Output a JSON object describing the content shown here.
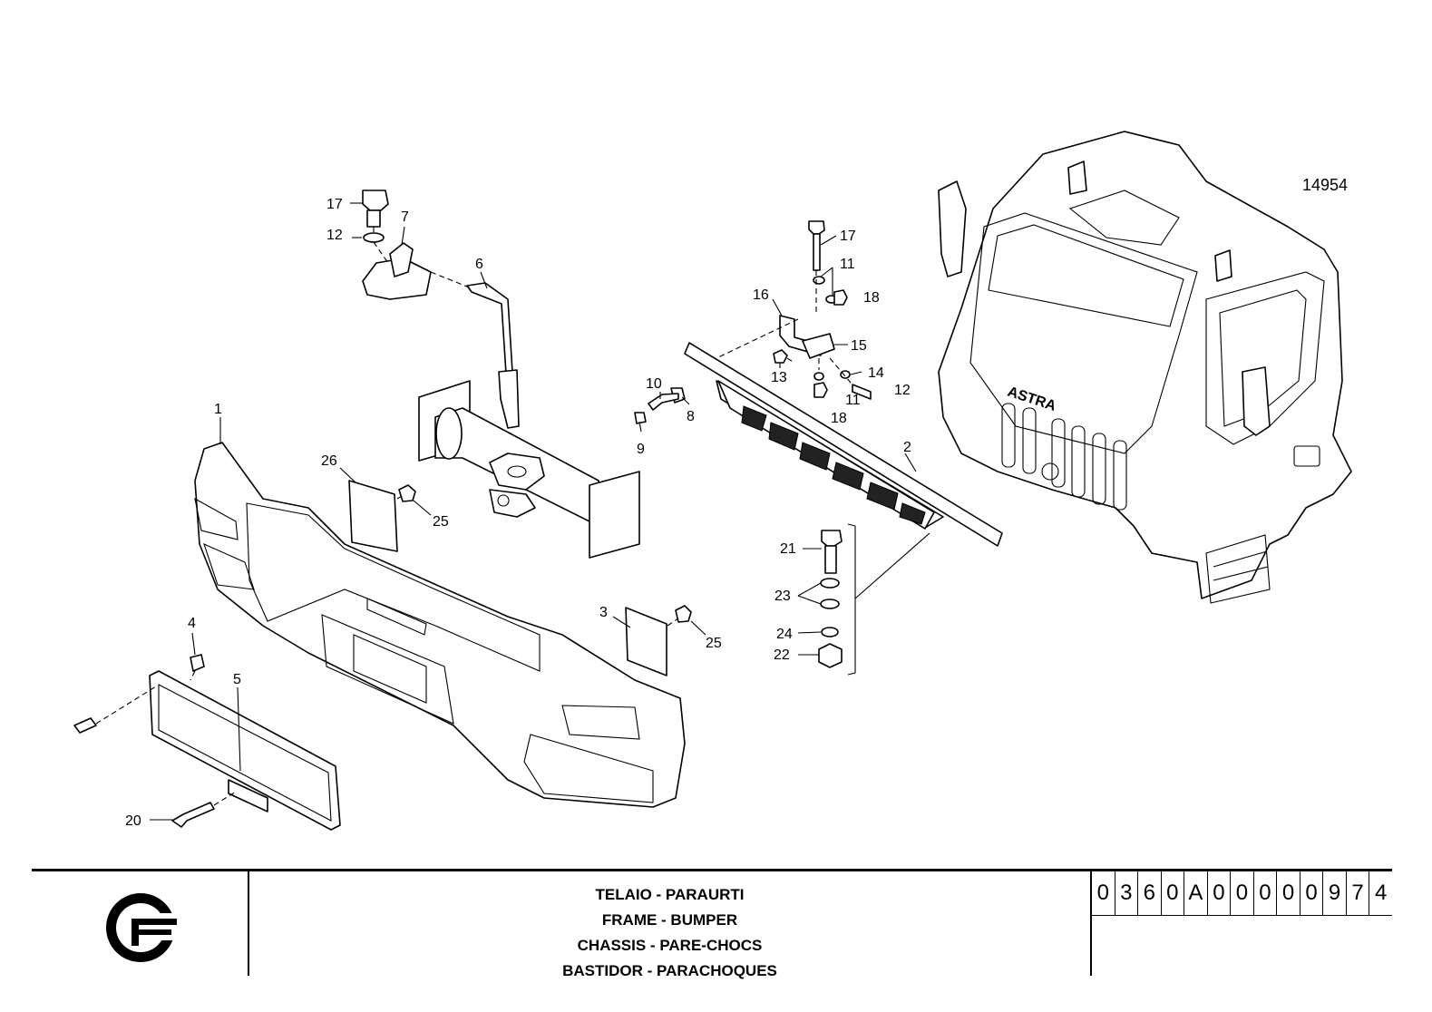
{
  "drawing": {
    "drawing_number": "14954",
    "callouts": [
      {
        "id": "c1",
        "label": "1"
      },
      {
        "id": "c2",
        "label": "2"
      },
      {
        "id": "c3",
        "label": "3"
      },
      {
        "id": "c4",
        "label": "4"
      },
      {
        "id": "c5",
        "label": "5"
      },
      {
        "id": "c6",
        "label": "6"
      },
      {
        "id": "c7",
        "label": "7"
      },
      {
        "id": "c8",
        "label": "8"
      },
      {
        "id": "c9",
        "label": "9"
      },
      {
        "id": "c10",
        "label": "10"
      },
      {
        "id": "c11a",
        "label": "11"
      },
      {
        "id": "c11b",
        "label": "11"
      },
      {
        "id": "c12a",
        "label": "12"
      },
      {
        "id": "c12b",
        "label": "12"
      },
      {
        "id": "c13",
        "label": "13"
      },
      {
        "id": "c14",
        "label": "14"
      },
      {
        "id": "c15",
        "label": "15"
      },
      {
        "id": "c16",
        "label": "16"
      },
      {
        "id": "c17a",
        "label": "17"
      },
      {
        "id": "c17b",
        "label": "17"
      },
      {
        "id": "c18a",
        "label": "18"
      },
      {
        "id": "c18b",
        "label": "18"
      },
      {
        "id": "c20",
        "label": "20"
      },
      {
        "id": "c21",
        "label": "21"
      },
      {
        "id": "c22",
        "label": "22"
      },
      {
        "id": "c23",
        "label": "23"
      },
      {
        "id": "c24",
        "label": "24"
      },
      {
        "id": "c25a",
        "label": "25"
      },
      {
        "id": "c25b",
        "label": "25"
      },
      {
        "id": "c26",
        "label": "26"
      }
    ],
    "cab_badge_text": "ASTRA"
  },
  "title_block": {
    "titles": [
      "TELAIO - PARAURTI",
      "FRAME - BUMPER",
      "CHASSIS - PARE-CHOCS",
      "BASTIDOR - PARACHOQUES"
    ],
    "code_chars": [
      "0",
      "3",
      "6",
      "0",
      "A",
      "0",
      "0",
      "0",
      "0",
      "0",
      "9",
      "7",
      "4"
    ],
    "logo_icon": "company-logo-icon"
  }
}
